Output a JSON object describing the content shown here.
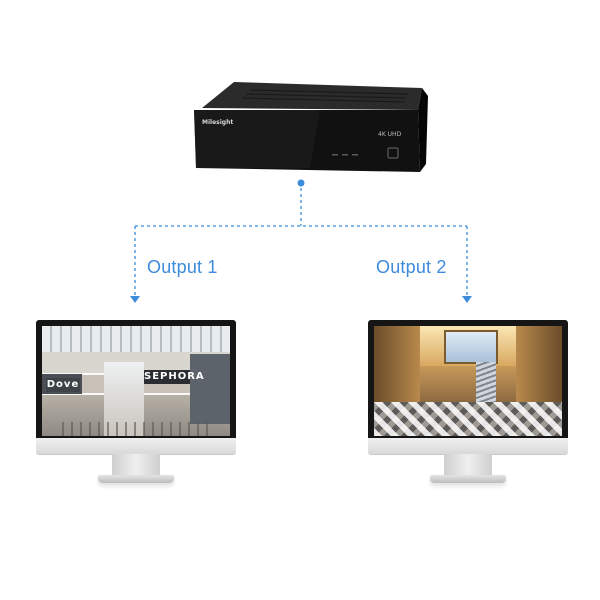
{
  "diagram": {
    "outputs": [
      {
        "label": "Output 1"
      },
      {
        "label": "Output 2"
      }
    ]
  },
  "device": {
    "brand": "Milesight",
    "badge": "4K UHD"
  },
  "scenes": {
    "monitor_1_signs": [
      "Dove",
      "SEPHORA"
    ]
  },
  "colors": {
    "accent": "#3d8bdc",
    "device_body": "#141414",
    "monitor_bezel": "#151515"
  }
}
